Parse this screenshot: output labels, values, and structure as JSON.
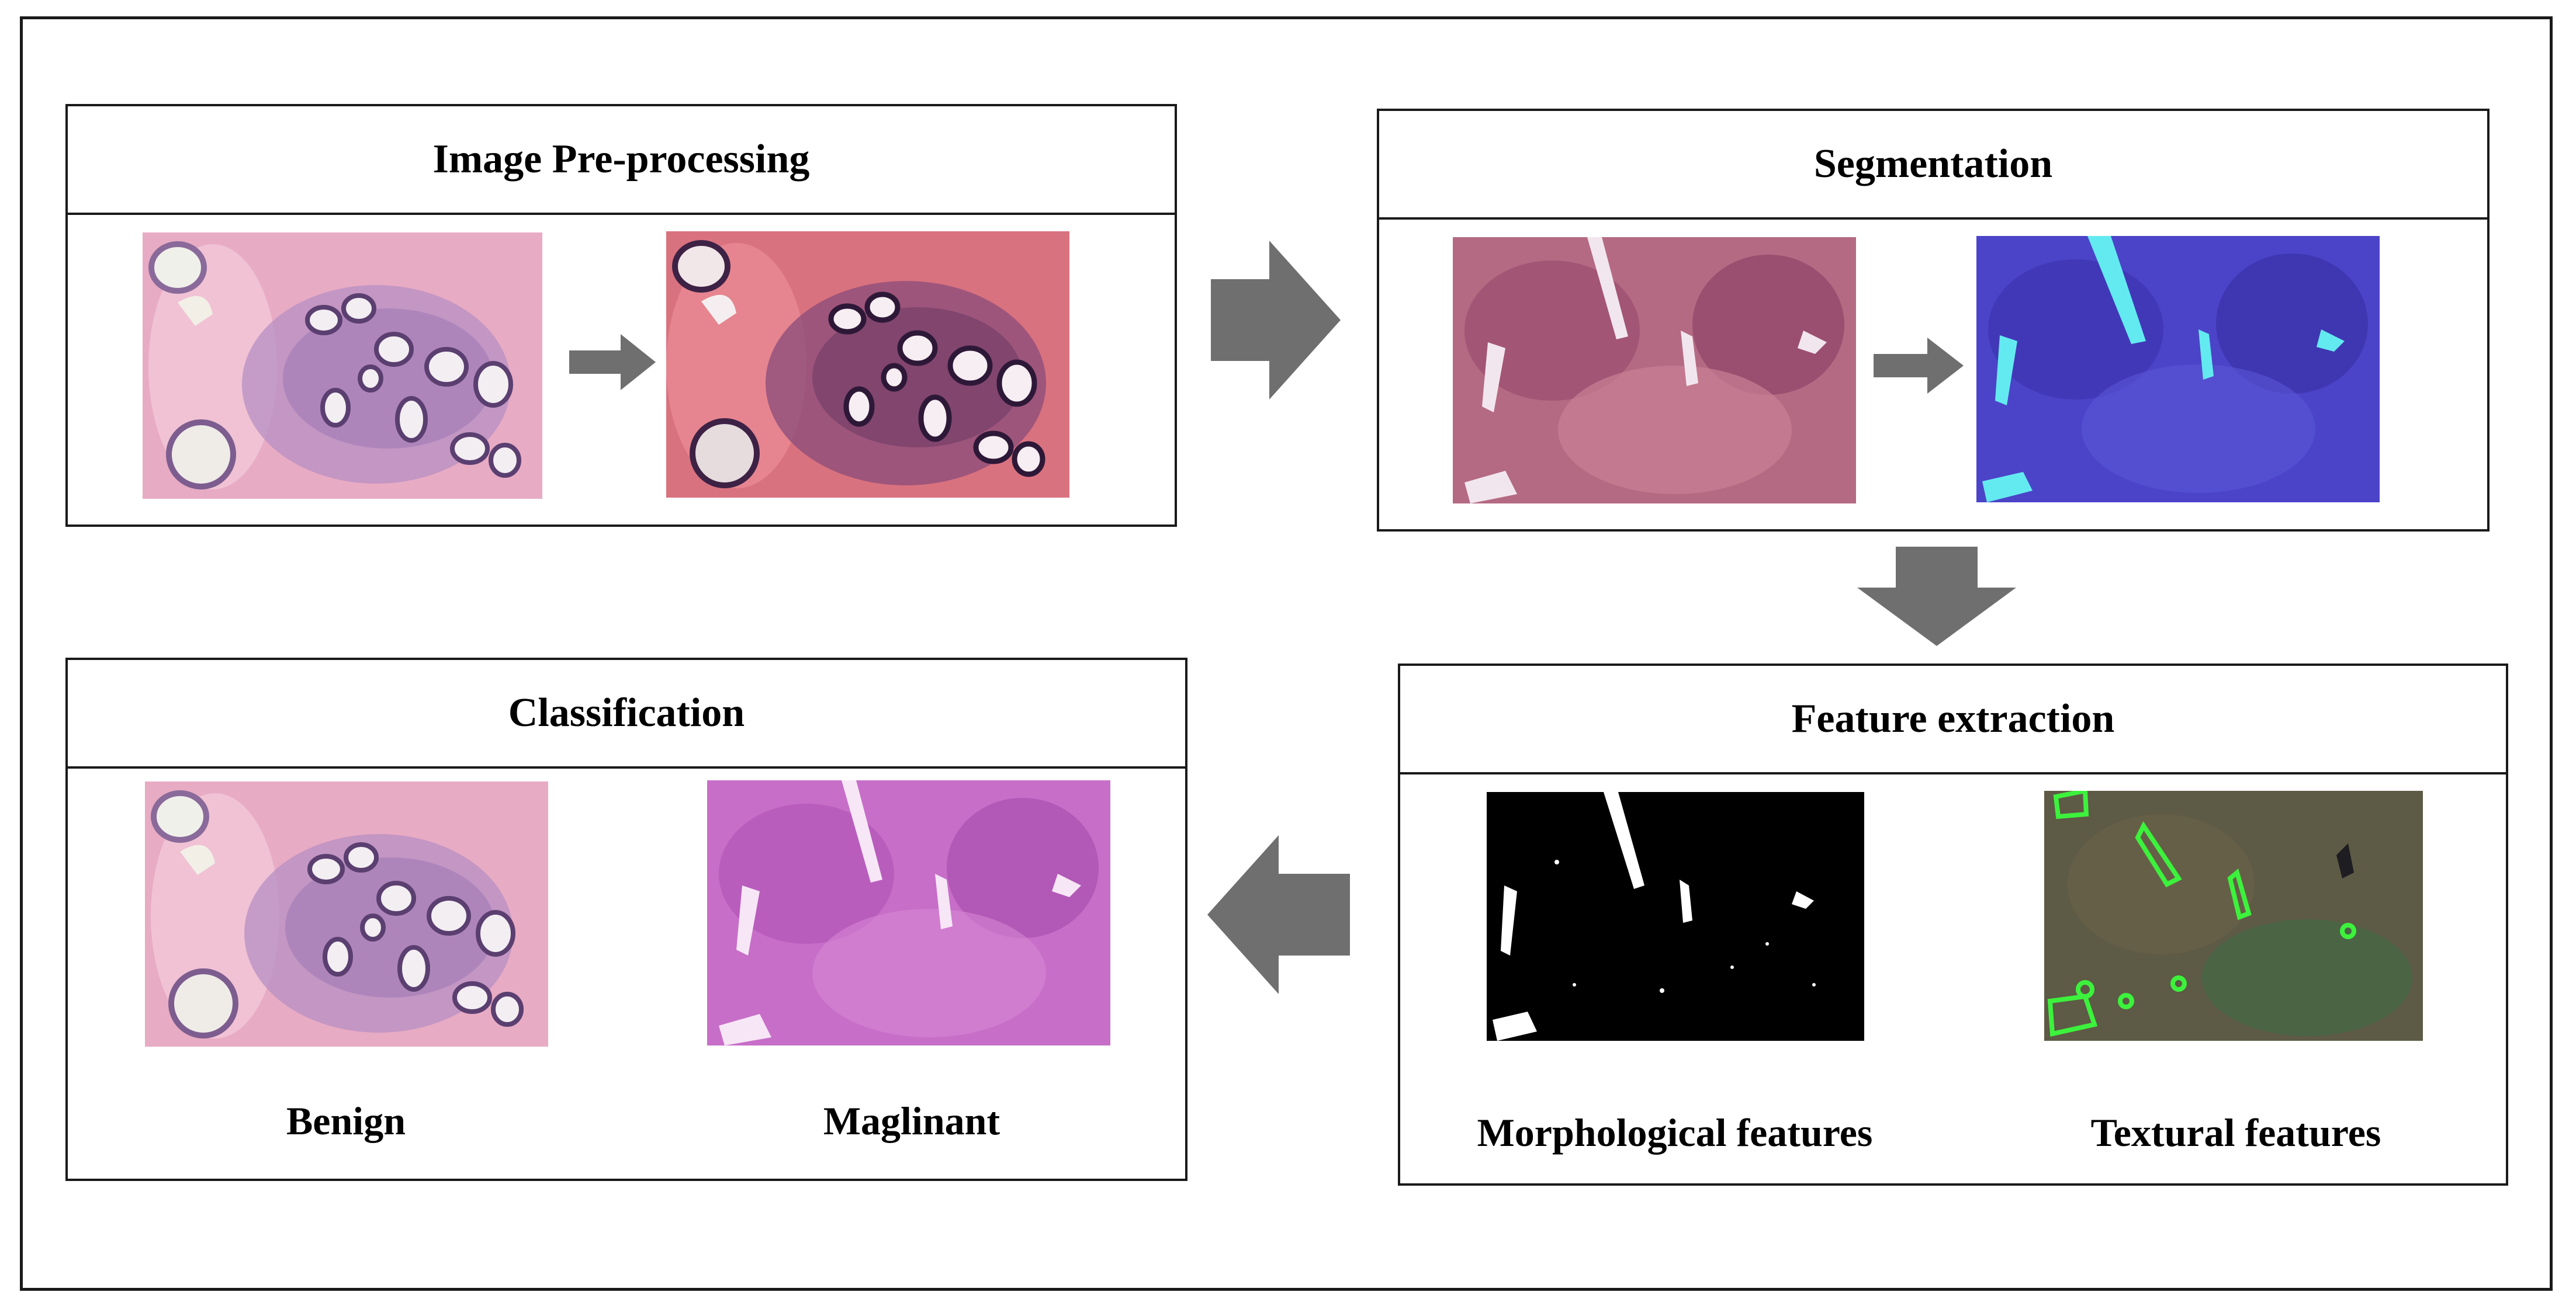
{
  "panels": {
    "preprocessing": {
      "title": "Image Pre-processing"
    },
    "segmentation": {
      "title": "Segmentation"
    },
    "classification": {
      "title": "Classification",
      "captions": [
        "Benign",
        "Maglinant"
      ]
    },
    "feature_extraction": {
      "title": "Feature extraction",
      "captions": [
        "Morphological features",
        "Textural features"
      ]
    }
  },
  "colors": {
    "arrow": "#6f6f6f",
    "border": "#1a1a1a",
    "he_pink": "#e2a3c0",
    "he_pink_enhanced": "#d46a7d",
    "he_magenta": "#c56ac7",
    "segment_blue": "#4a3fc6",
    "segment_cyan": "#5fe8ee",
    "mask_black": "#000000",
    "texture_green": "#3cf23c"
  },
  "icons": [
    "arrow-right-icon",
    "arrow-down-icon",
    "arrow-left-icon"
  ]
}
